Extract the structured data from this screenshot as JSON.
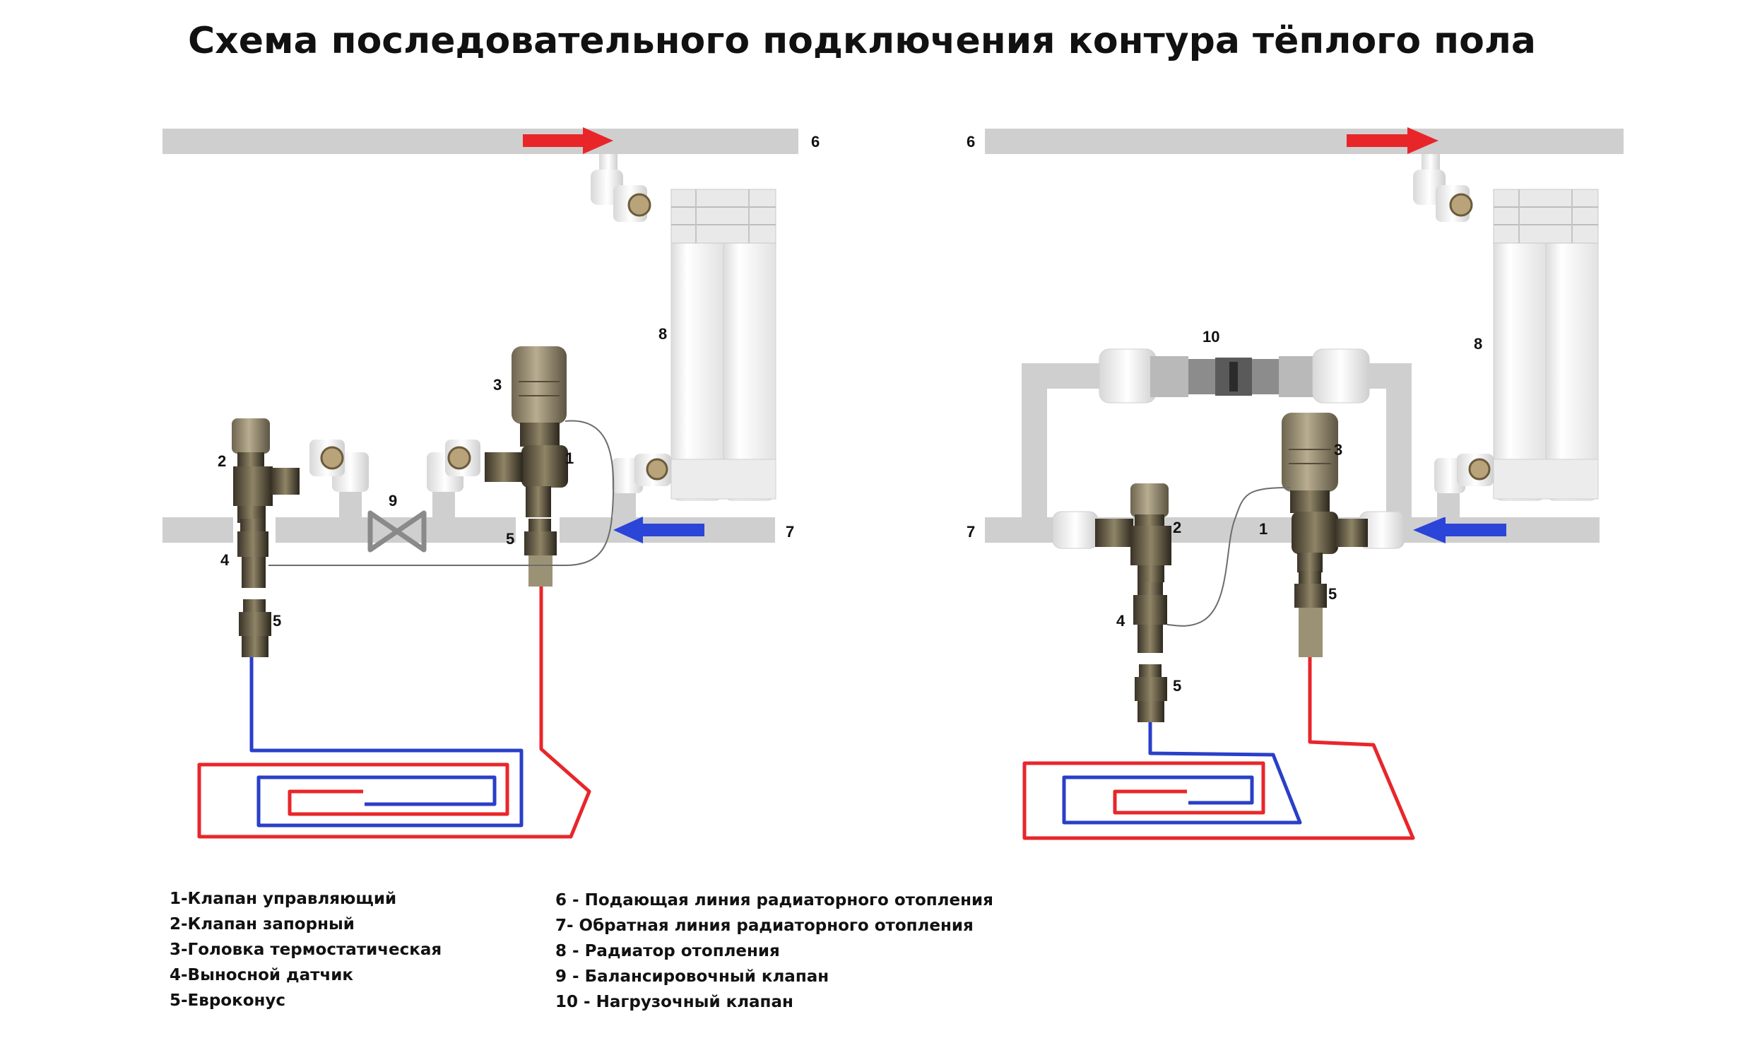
{
  "title": "Схема последовательного подключения контура тёплого пола",
  "colors": {
    "pipe": "#cfcfcf",
    "supply_arrow": "#e8262a",
    "return_arrow": "#2a45d8",
    "hot_loop": "#e8262a",
    "cold_loop": "#2a3fc8",
    "valve_body": "#8a7d5e",
    "radiator": "#f2f2f2"
  },
  "left_diagram": {
    "labels": {
      "n1": "1",
      "n2": "2",
      "n3": "3",
      "n4": "4",
      "n5a": "5",
      "n5b": "5",
      "n6": "6",
      "n7": "7",
      "n8": "8",
      "n9": "9"
    }
  },
  "right_diagram": {
    "labels": {
      "n1": "1",
      "n2": "2",
      "n3": "3",
      "n4": "4",
      "n5a": "5",
      "n5b": "5",
      "n6": "6",
      "n7": "7",
      "n8": "8",
      "n10": "10"
    }
  },
  "legend_left": [
    "1-Клапан  управляющий",
    "2-Клапан запорный",
    "3-Головка термостатическая",
    "4-Выносной  датчик",
    "5-Евроконус"
  ],
  "legend_right": [
    "6 - Подающая линия радиаторного отопления",
    "7- Обратная линия радиаторного отопления",
    "8 - Радиатор отопления",
    "9 - Балансировочный клапан",
    "10 - Нагрузочный клапан"
  ],
  "icons": [
    "supply-arrow-icon",
    "return-arrow-icon",
    "balancing-valve-icon",
    "radiator-icon",
    "elbow-fitting-icon",
    "thermostatic-head-icon",
    "euroconus-icon",
    "remote-sensor-icon",
    "load-valve-icon"
  ]
}
